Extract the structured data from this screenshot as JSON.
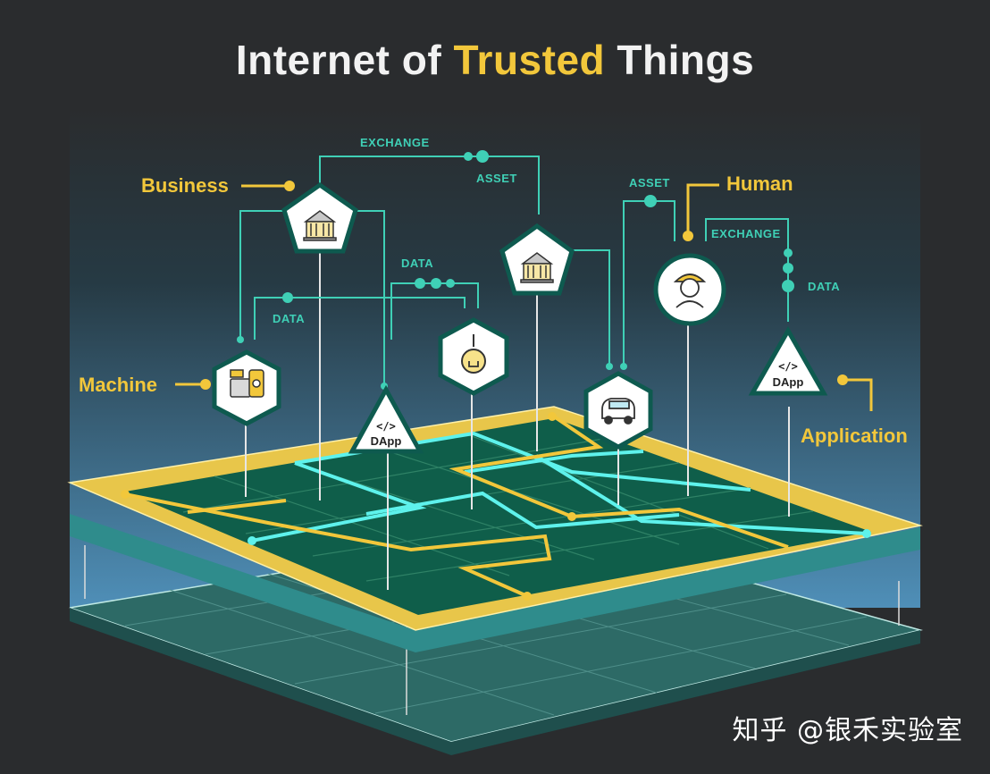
{
  "title": {
    "prefix": "Internet of",
    "accent": "Trusted",
    "suffix": "Things"
  },
  "labels": {
    "business": "Business",
    "human": "Human",
    "machine": "Machine",
    "application": "Application"
  },
  "flow_labels": {
    "exchange_top": "EXCHANGE",
    "asset_top": "ASSET",
    "asset_right": "ASSET",
    "exchange_right": "EXCHANGE",
    "data_middle": "DATA",
    "data_left": "DATA",
    "data_right": "DATA"
  },
  "dapp_labels": {
    "left": "DApp",
    "right": "DApp",
    "code_left": "</>",
    "code_right": "</>"
  },
  "watermark": "知乎 @银禾实验室",
  "colors": {
    "accent": "#f2c73b",
    "teal": "#3fd0b6",
    "cyan": "#5ef2ec",
    "node": "#0e5a4f"
  }
}
